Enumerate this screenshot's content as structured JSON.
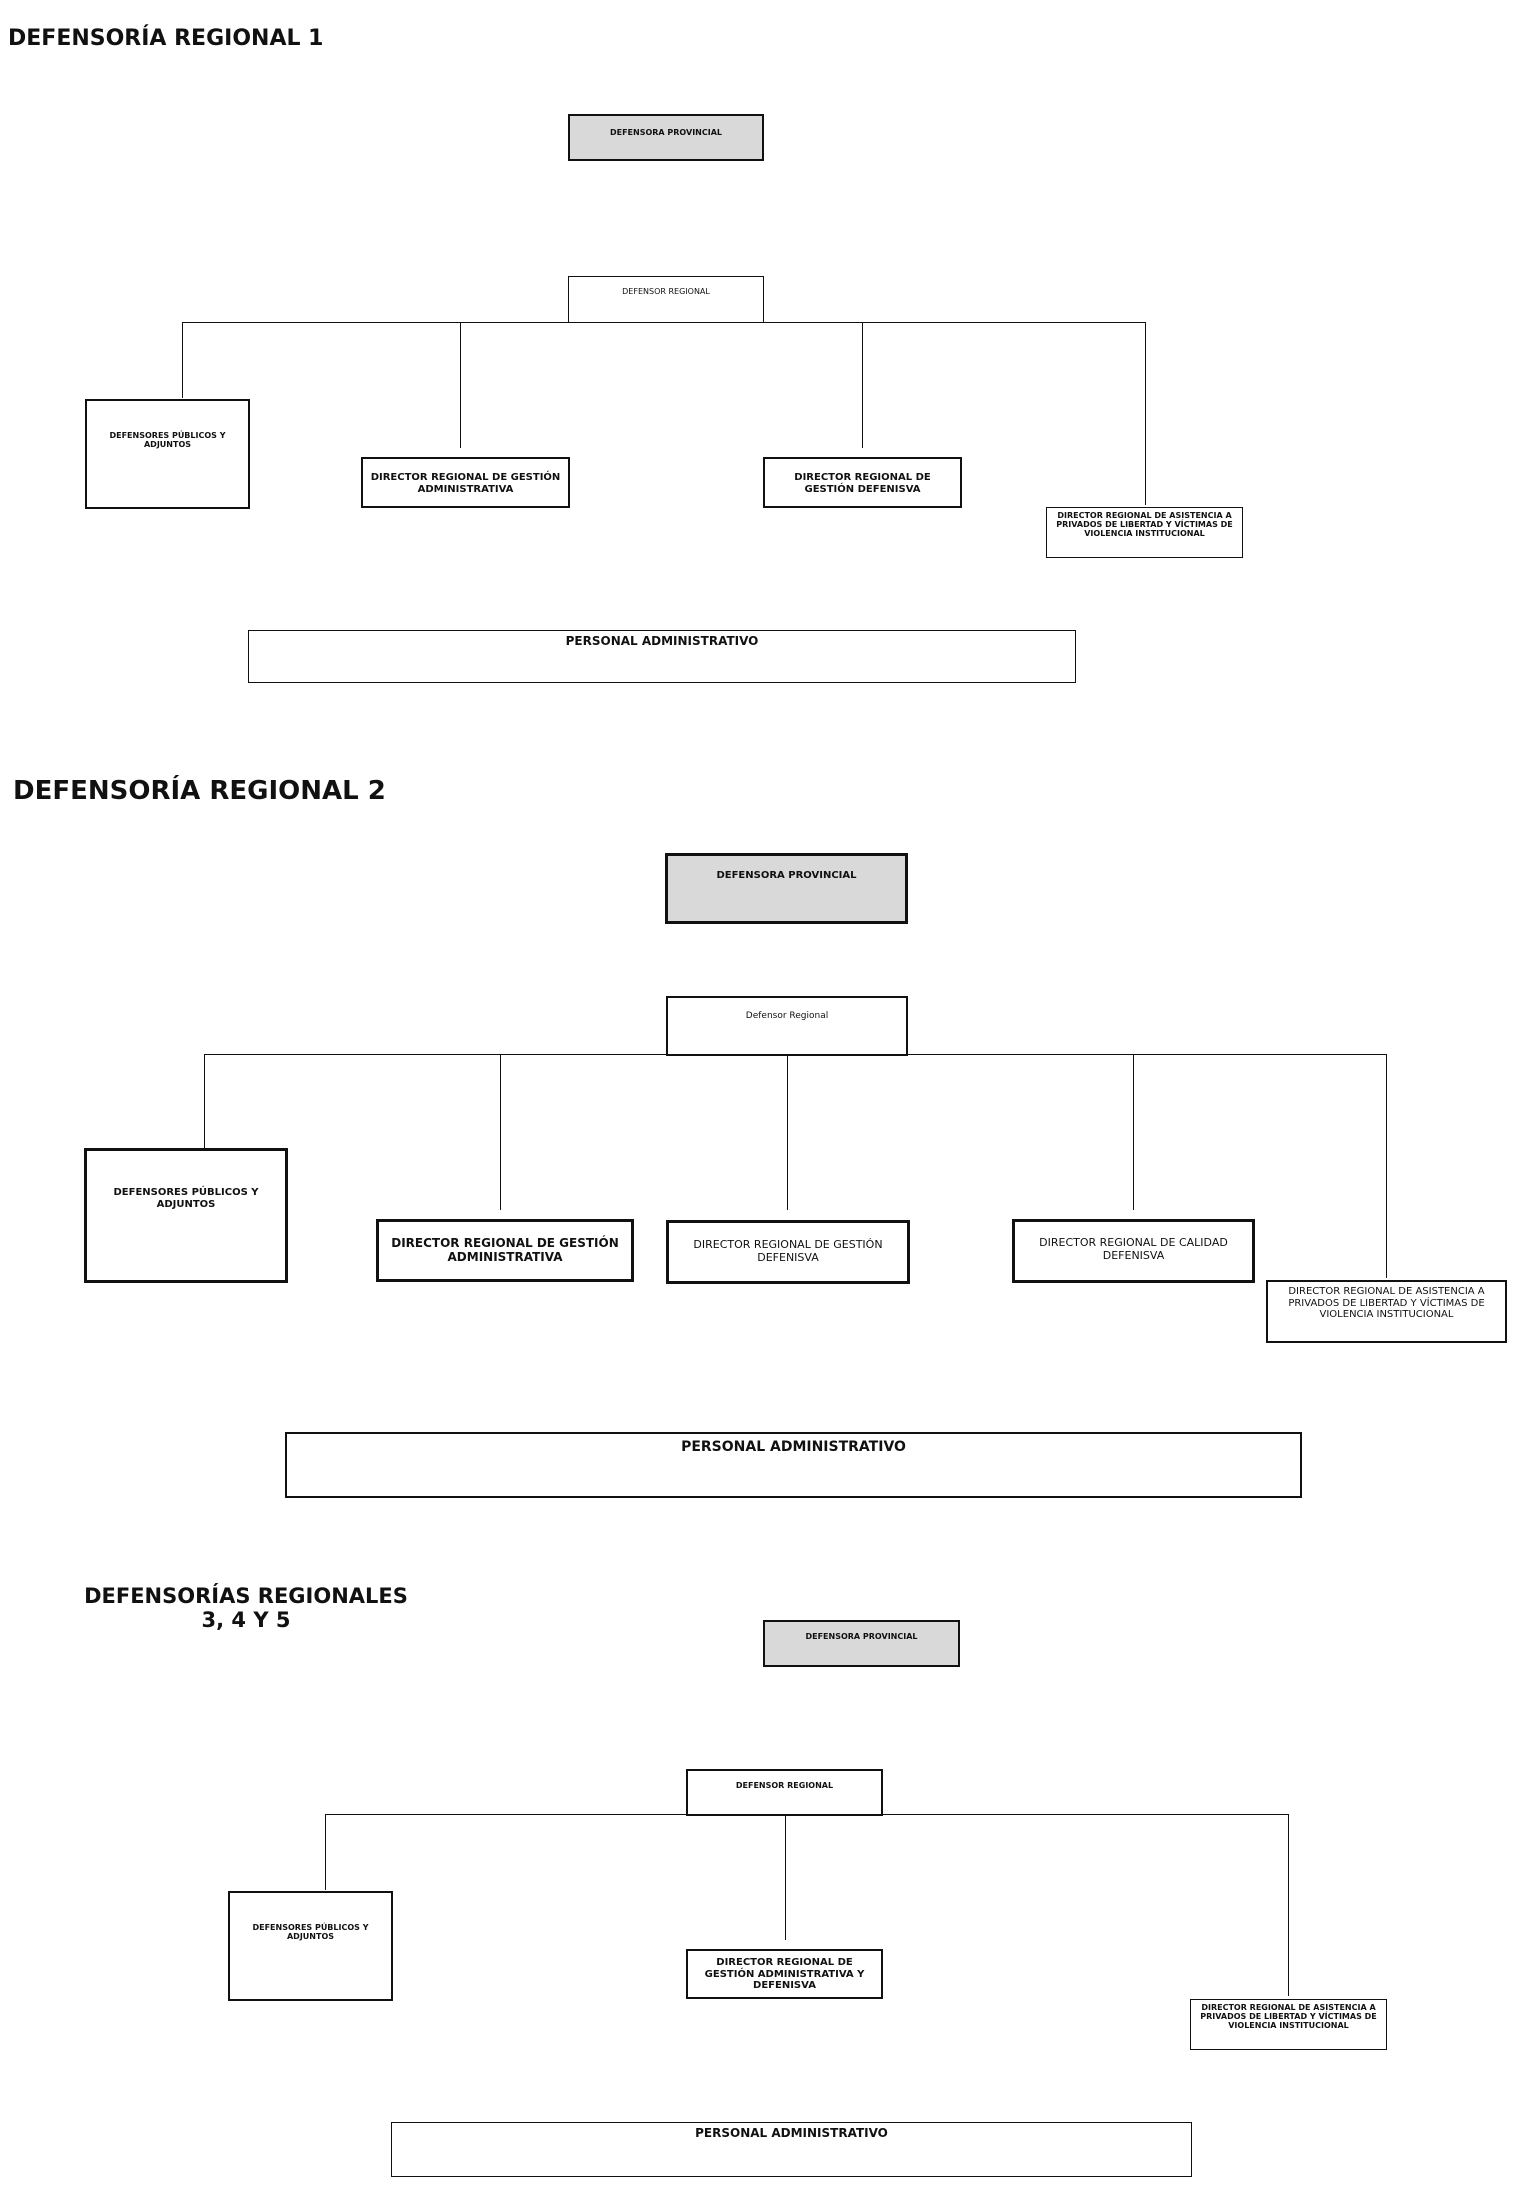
{
  "colors": {
    "provincial_fill": "#d9d9d9",
    "line": "#111111"
  },
  "region1": {
    "title": "DEFENSORÍA REGIONAL 1",
    "provincial": "DEFENSORA PROVINCIAL",
    "regional": "DEFENSOR REGIONAL",
    "defensores": "DEFENSORES PÚBLICOS Y ADJUNTOS",
    "gestion_admin": "DIRECTOR REGIONAL DE GESTIÓN ADMINISTRATIVA",
    "gestion_defensiva": "DIRECTOR REGIONAL DE GESTIÓN DEFENISVA",
    "asistencia": "DIRECTOR REGIONAL DE ASISTENCIA A PRIVADOS DE LIBERTAD Y VÍCTIMAS DE VIOLENCIA INSTITUCIONAL",
    "personal": "PERSONAL ADMINISTRATIVO"
  },
  "region2": {
    "title": "DEFENSORÍA REGIONAL 2",
    "provincial": "DEFENSORA PROVINCIAL",
    "regional": "Defensor Regional",
    "defensores": "DEFENSORES PÚBLICOS Y ADJUNTOS",
    "gestion_admin": "DIRECTOR REGIONAL DE GESTIÓN ADMINISTRATIVA",
    "gestion_defensiva": "DIRECTOR REGIONAL DE GESTIÓN DEFENISVA",
    "calidad": "DIRECTOR REGIONAL DE CALIDAD DEFENISVA",
    "asistencia": "DIRECTOR REGIONAL DE ASISTENCIA A PRIVADOS DE LIBERTAD Y VÍCTIMAS DE VIOLENCIA INSTITUCIONAL",
    "personal": "PERSONAL ADMINISTRATIVO"
  },
  "region345": {
    "title": "DEFENSORÍAS REGIONALES 3, 4 Y 5",
    "provincial": "DEFENSORA PROVINCIAL",
    "regional": "DEFENSOR REGIONAL",
    "defensores": "DEFENSORES PÚBLICOS Y ADJUNTOS",
    "gestion": "DIRECTOR REGIONAL DE GESTIÓN ADMINISTRATIVA Y DEFENISVA",
    "asistencia": "DIRECTOR REGIONAL DE ASISTENCIA A PRIVADOS DE LIBERTAD Y VÍCTIMAS DE VIOLENCIA INSTITUCIONAL",
    "personal": "PERSONAL ADMINISTRATIVO"
  }
}
